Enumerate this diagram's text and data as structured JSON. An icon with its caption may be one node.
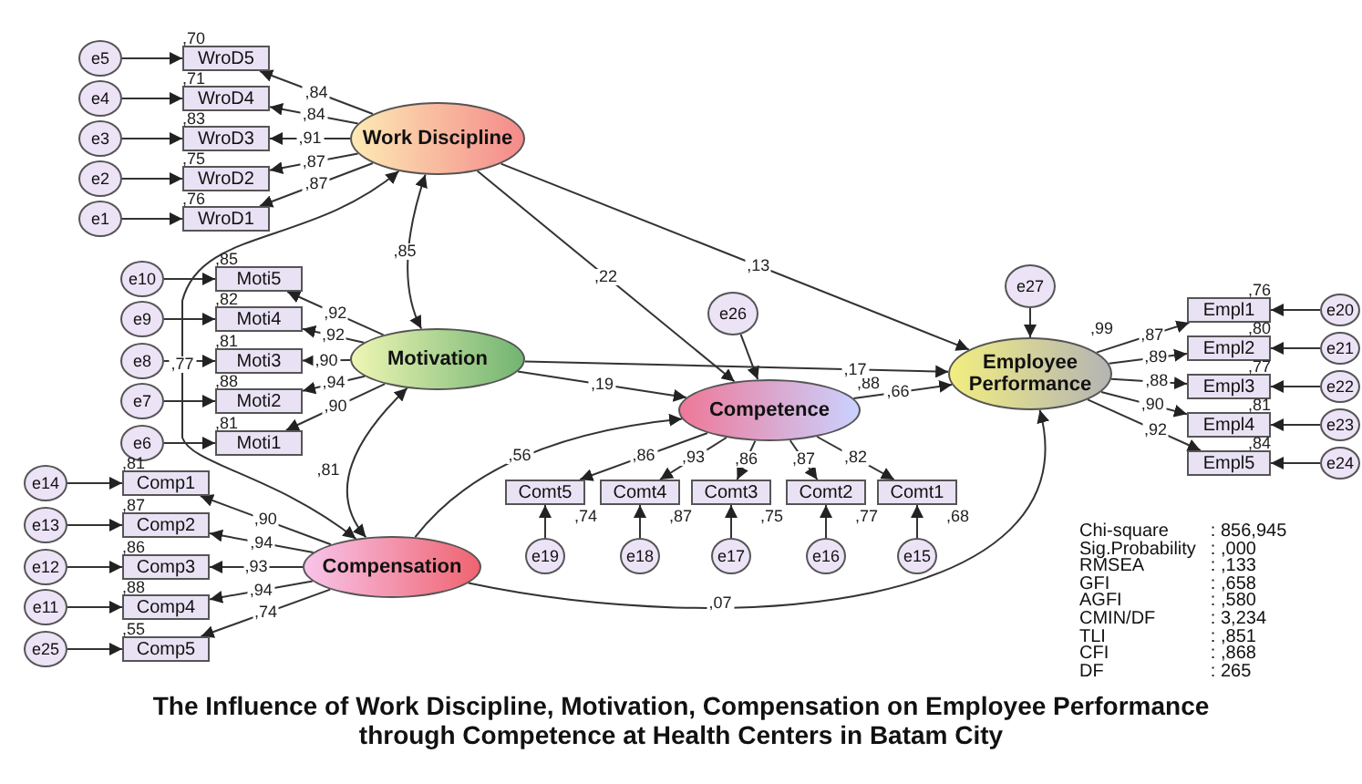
{
  "diagram": {
    "title": "The Influence of Work Discipline, Motivation, Compensation on Employee Performance through Competence at Health Centers in Batam City",
    "nodes": [
      {
        "text": [
          "e5"
        ]
      },
      {
        "text": [
          "e4"
        ]
      },
      {
        "text": [
          "e3"
        ]
      },
      {
        "text": [
          "e2"
        ]
      },
      {
        "text": [
          "e1"
        ]
      },
      {
        "text": [
          "WroD5"
        ],
        "beside": [
          ",70"
        ]
      },
      {
        "text": [
          "WroD4"
        ],
        "beside": [
          ",71"
        ]
      },
      {
        "text": [
          "WroD3"
        ],
        "beside": [
          ",83"
        ]
      },
      {
        "text": [
          "WroD2"
        ],
        "beside": [
          ",75"
        ]
      },
      {
        "text": [
          "WroD1"
        ],
        "beside": [
          ",76"
        ]
      },
      {
        "text": [
          "Work Discipline"
        ]
      },
      {
        "text": [
          "e10"
        ]
      },
      {
        "text": [
          "e9"
        ]
      },
      {
        "text": [
          "e8"
        ]
      },
      {
        "text": [
          "e7"
        ]
      },
      {
        "text": [
          "e6"
        ]
      },
      {
        "text": [
          "Moti5"
        ],
        "beside": [
          ",85"
        ]
      },
      {
        "text": [
          "Moti4"
        ],
        "beside": [
          ",82"
        ]
      },
      {
        "text": [
          "Moti3"
        ],
        "beside": [
          ",81"
        ]
      },
      {
        "text": [
          "Moti2"
        ],
        "beside": [
          ",88"
        ]
      },
      {
        "text": [
          "Moti1"
        ],
        "beside": [
          ",81"
        ]
      },
      {
        "text": [
          "Motivation"
        ]
      },
      {
        "text": [
          "e14"
        ]
      },
      {
        "text": [
          "e13"
        ]
      },
      {
        "text": [
          "e12"
        ]
      },
      {
        "text": [
          "e11"
        ]
      },
      {
        "text": [
          "e25"
        ]
      },
      {
        "text": [
          "Comp1"
        ],
        "beside": [
          ",81"
        ]
      },
      {
        "text": [
          "Comp2"
        ],
        "beside": [
          ",87"
        ]
      },
      {
        "text": [
          "Comp3"
        ],
        "beside": [
          ",86"
        ]
      },
      {
        "text": [
          "Comp4"
        ],
        "beside": [
          ",88"
        ]
      },
      {
        "text": [
          "Comp5"
        ],
        "beside": [
          ",55"
        ]
      },
      {
        "text": [
          "Compensation"
        ]
      },
      {
        "text": [
          "e26"
        ]
      },
      {
        "text": [
          "Competence"
        ],
        "beside": [
          ",88"
        ]
      },
      {
        "text": [
          "Comt5"
        ],
        "beside": [
          ",74"
        ]
      },
      {
        "text": [
          "Comt4"
        ],
        "beside": [
          ",87"
        ]
      },
      {
        "text": [
          "Comt3"
        ],
        "beside": [
          ",75"
        ]
      },
      {
        "text": [
          "Comt2"
        ],
        "beside": [
          ",77"
        ]
      },
      {
        "text": [
          "Comt1"
        ],
        "beside": [
          ",68"
        ]
      },
      {
        "text": [
          "e19"
        ]
      },
      {
        "text": [
          "e18"
        ]
      },
      {
        "text": [
          "e17"
        ]
      },
      {
        "text": [
          "e16"
        ]
      },
      {
        "text": [
          "e15"
        ]
      },
      {
        "text": [
          "e27"
        ]
      },
      {
        "text": [
          "Employee Performance"
        ],
        "beside": [
          ",99"
        ]
      },
      {
        "text": [
          "Empl1"
        ],
        "beside": [
          ",76"
        ]
      },
      {
        "text": [
          "Empl2"
        ],
        "beside": [
          ",80"
        ]
      },
      {
        "text": [
          "Empl3"
        ],
        "beside": [
          ",77"
        ]
      },
      {
        "text": [
          "Empl4"
        ],
        "beside": [
          ",81"
        ]
      },
      {
        "text": [
          "Empl5"
        ],
        "beside": [
          ",84"
        ]
      },
      {
        "text": [
          "e20"
        ]
      },
      {
        "text": [
          "e21"
        ]
      },
      {
        "text": [
          "e22"
        ]
      },
      {
        "text": [
          "e23"
        ]
      },
      {
        "text": [
          "e24"
        ]
      }
    ],
    "edges": [
      {
        "from": 0,
        "to": 5,
        "arrow": "to"
      },
      {
        "from": 1,
        "to": 6,
        "arrow": "to"
      },
      {
        "from": 2,
        "to": 7,
        "arrow": "to"
      },
      {
        "from": 3,
        "to": 8,
        "arrow": "to"
      },
      {
        "from": 4,
        "to": 9,
        "arrow": "to"
      },
      {
        "from": 10,
        "to": 5,
        "arrow": "to",
        "label": ",84"
      },
      {
        "from": 10,
        "to": 6,
        "arrow": "to",
        "label": ",84"
      },
      {
        "from": 10,
        "to": 7,
        "arrow": "to",
        "label": ",91"
      },
      {
        "from": 10,
        "to": 8,
        "arrow": "to",
        "label": ",87"
      },
      {
        "from": 10,
        "to": 9,
        "arrow": "to",
        "label": ",87"
      },
      {
        "from": 11,
        "to": 16,
        "arrow": "to"
      },
      {
        "from": 12,
        "to": 17,
        "arrow": "to"
      },
      {
        "from": 13,
        "to": 18,
        "arrow": "to"
      },
      {
        "from": 14,
        "to": 19,
        "arrow": "to"
      },
      {
        "from": 15,
        "to": 20,
        "arrow": "to"
      },
      {
        "from": 21,
        "to": 16,
        "arrow": "to",
        "label": ",92"
      },
      {
        "from": 21,
        "to": 17,
        "arrow": "to",
        "label": ",92"
      },
      {
        "from": 21,
        "to": 18,
        "arrow": "to",
        "label": ",90"
      },
      {
        "from": 21,
        "to": 19,
        "arrow": "to",
        "label": ",94"
      },
      {
        "from": 21,
        "to": 20,
        "arrow": "to",
        "label": ",90"
      },
      {
        "from": 22,
        "to": 27,
        "arrow": "to"
      },
      {
        "from": 23,
        "to": 28,
        "arrow": "to"
      },
      {
        "from": 24,
        "to": 29,
        "arrow": "to"
      },
      {
        "from": 25,
        "to": 30,
        "arrow": "to"
      },
      {
        "from": 26,
        "to": 31,
        "arrow": "to"
      },
      {
        "from": 32,
        "to": 27,
        "arrow": "to",
        "label": ",90"
      },
      {
        "from": 32,
        "to": 28,
        "arrow": "to",
        "label": ",94"
      },
      {
        "from": 32,
        "to": 29,
        "arrow": "to",
        "label": ",93"
      },
      {
        "from": 32,
        "to": 30,
        "arrow": "to",
        "label": ",94"
      },
      {
        "from": 32,
        "to": 31,
        "arrow": "to",
        "label": ",74"
      },
      {
        "from": 10,
        "to": 21,
        "arrow": "both",
        "label": ",85"
      },
      {
        "from": 10,
        "to": 32,
        "arrow": "both",
        "label": ",77"
      },
      {
        "from": 21,
        "to": 32,
        "arrow": "both",
        "label": ",81"
      },
      {
        "from": 33,
        "to": 34,
        "arrow": "to"
      },
      {
        "from": 10,
        "to": 34,
        "arrow": "to",
        "label": ",22"
      },
      {
        "from": 21,
        "to": 34,
        "arrow": "to",
        "label": ",19"
      },
      {
        "from": 32,
        "to": 34,
        "arrow": "to",
        "label": ",56"
      },
      {
        "from": 34,
        "to": 35,
        "arrow": "to",
        "label": ",86"
      },
      {
        "from": 34,
        "to": 36,
        "arrow": "to",
        "label": ",93"
      },
      {
        "from": 34,
        "to": 37,
        "arrow": "to",
        "label": ",86"
      },
      {
        "from": 34,
        "to": 38,
        "arrow": "to",
        "label": ",87"
      },
      {
        "from": 34,
        "to": 39,
        "arrow": "to",
        "label": ",82"
      },
      {
        "from": 40,
        "to": 35,
        "arrow": "to"
      },
      {
        "from": 41,
        "to": 36,
        "arrow": "to"
      },
      {
        "from": 42,
        "to": 37,
        "arrow": "to"
      },
      {
        "from": 43,
        "to": 38,
        "arrow": "to"
      },
      {
        "from": 44,
        "to": 39,
        "arrow": "to"
      },
      {
        "from": 45,
        "to": 46,
        "arrow": "to"
      },
      {
        "from": 10,
        "to": 46,
        "arrow": "to",
        "label": ",13"
      },
      {
        "from": 21,
        "to": 46,
        "arrow": "to",
        "label": ",17"
      },
      {
        "from": 34,
        "to": 46,
        "arrow": "to",
        "label": ",66"
      },
      {
        "from": 32,
        "to": 46,
        "arrow": "to",
        "label": ",07"
      },
      {
        "from": 46,
        "to": 47,
        "arrow": "to",
        "label": ",87"
      },
      {
        "from": 46,
        "to": 48,
        "arrow": "to",
        "label": ",89"
      },
      {
        "from": 46,
        "to": 49,
        "arrow": "to",
        "label": ",88"
      },
      {
        "from": 46,
        "to": 50,
        "arrow": "to",
        "label": ",90"
      },
      {
        "from": 46,
        "to": 51,
        "arrow": "to",
        "label": ",92"
      },
      {
        "from": 52,
        "to": 47,
        "arrow": "to"
      },
      {
        "from": 53,
        "to": 48,
        "arrow": "to"
      },
      {
        "from": 54,
        "to": 49,
        "arrow": "to"
      },
      {
        "from": 55,
        "to": 50,
        "arrow": "to"
      },
      {
        "from": 56,
        "to": 51,
        "arrow": "to"
      }
    ],
    "labels": [
      "Chi-square",
      ": 856,945",
      "Sig.Probability",
      ": ,000",
      "RMSEA",
      ": ,133",
      "GFI",
      ": ,658",
      "AGFI",
      ": ,580",
      "CMIN/DF",
      ": 3,234",
      "TLI",
      ": ,851",
      "CFI",
      ": ,868",
      "DF",
      ": 265"
    ]
  }
}
